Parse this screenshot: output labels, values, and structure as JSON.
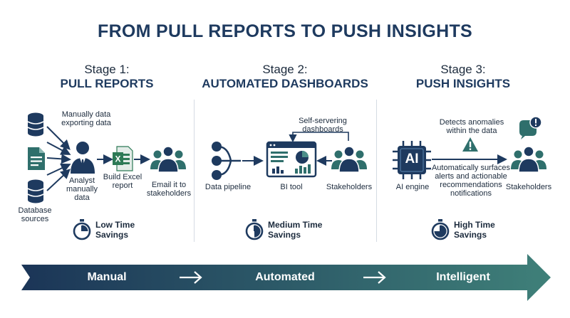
{
  "title": "FROM PULL REPORTS TO PUSH INSIGHTS",
  "stages": [
    {
      "number": "Stage 1:",
      "name": "PULL REPORTS",
      "labels": {
        "manual_export": "Manually data exporting data",
        "analyst": "Analyst manually data",
        "excel": "Build Excel report",
        "email": "Email it to stakeholders",
        "sources": "Database sources"
      },
      "savings": "Low Time Savings",
      "savings_level": 0.25
    },
    {
      "number": "Stage 2:",
      "name": "AUTOMATED DASHBOARDS",
      "labels": {
        "self_serve": "Self-servering dashboards",
        "pipeline": "Data pipeline",
        "bi_tool": "BI tool",
        "stakeholders": "Stakeholders"
      },
      "savings": "Medium Time Savings",
      "savings_level": 0.5
    },
    {
      "number": "Stage 3:",
      "name": "PUSH INSIGHTS",
      "labels": {
        "anomalies": "Detects anomalies within the data",
        "ai_text": "AI",
        "ai_engine": "AI engine",
        "alerts": "Automatically surfaces alerts and actionable recommendations notifications",
        "stakeholders": "Stakeholders"
      },
      "savings": "High Time Savings",
      "savings_level": 0.75
    }
  ],
  "progression": [
    "Manual",
    "Automated",
    "Intelligent"
  ],
  "colors": {
    "navy": "#1e3a5f",
    "teal": "#2f6f6c",
    "arrow_start": "#1b3557",
    "arrow_end": "#3f8079",
    "excel_green": "#2d7a56",
    "warning_bg": "#2f6f6c"
  }
}
